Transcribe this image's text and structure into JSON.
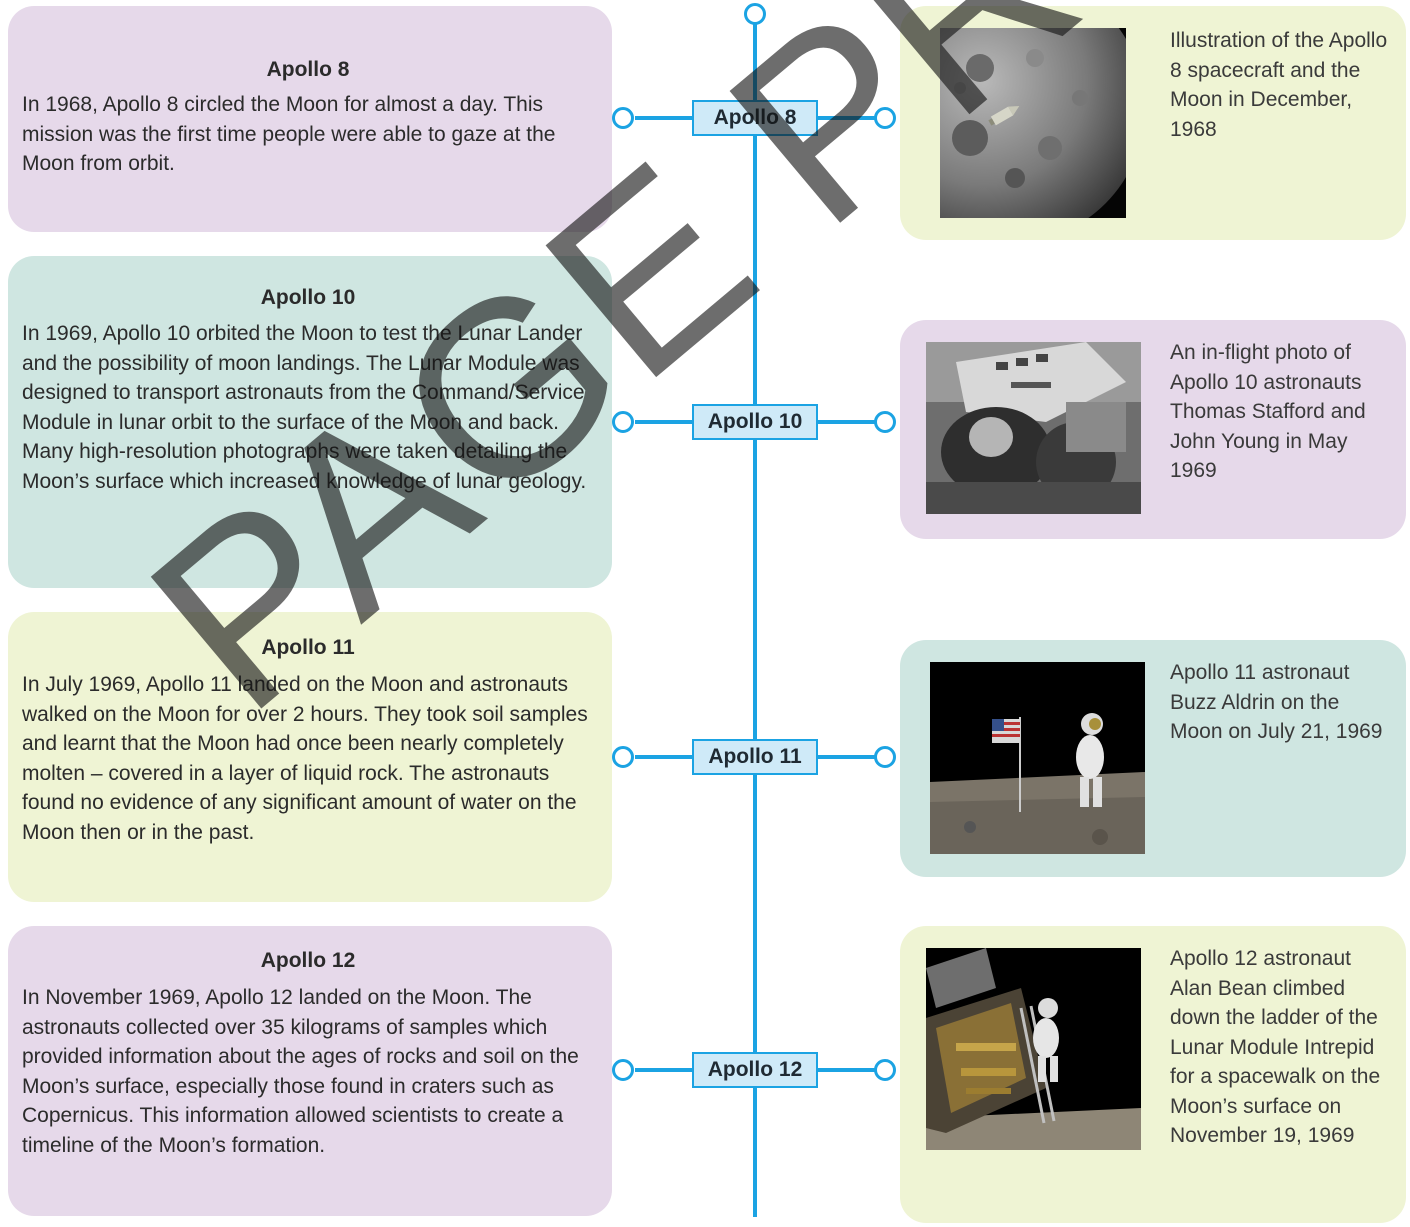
{
  "missions": [
    {
      "tag": "Apollo 8",
      "title": "Apollo 8",
      "text": "In 1968, Apollo 8 circled the Moon for almost a day. This mission was the first time people were able to gaze at the Moon from orbit.",
      "caption": "Illustration of the Apollo 8 spacecraft and the Moon in December, 1968",
      "photo": "moon-with-spacecraft-image"
    },
    {
      "tag": "Apollo 10",
      "title": "Apollo 10",
      "text": "In 1969, Apollo 10 orbited the Moon to test the Lunar Lander and the possibility of moon landings. The Lunar Module was designed to transport astronauts from the Command/Service Module in lunar orbit to the surface of the Moon and back. Many high-resolution photographs were taken detailing the Moon’s surface which increased knowledge of lunar geology.",
      "caption": "An in-flight photo of Apollo 10 astronauts Thomas Stafford and John Young in May 1969",
      "photo": "astronauts-in-cabin-image"
    },
    {
      "tag": "Apollo 11",
      "title": "Apollo 11",
      "text": "In July 1969, Apollo 11 landed on the Moon and astronauts walked on the Moon for over 2 hours. They took soil samples and learnt that the Moon had once been nearly completely molten – covered in a layer of liquid rock. The astronauts found no evidence of any significant amount of water on the Moon then or in the past.",
      "caption": "Apollo 11 astronaut Buzz Aldrin on the Moon on July 21, 1969",
      "photo": "astronaut-with-flag-image"
    },
    {
      "tag": "Apollo 12",
      "title": "Apollo 12",
      "text": "In November 1969, Apollo 12 landed on the Moon. The astronauts collected over 35 kilograms of samples which provided information about the ages of rocks and soil on the Moon’s surface, especially those found in craters such as Copernicus. This information allowed scientists to create a timeline of the Moon’s formation.",
      "caption": "Apollo 12 astronaut Alan Bean climbed down the ladder of the Lunar Module Intrepid for a spacewalk on the Moon’s surface on November 19, 1969",
      "photo": "lunar-module-ladder-image"
    }
  ],
  "watermark": "PAGE PROOFS",
  "colors": {
    "timeline": "#1ba3e3",
    "tag_fill": "#cfeaf8",
    "purple": "#e6d9ea",
    "teal": "#cfe6e1",
    "yellow": "#eff4d4"
  }
}
